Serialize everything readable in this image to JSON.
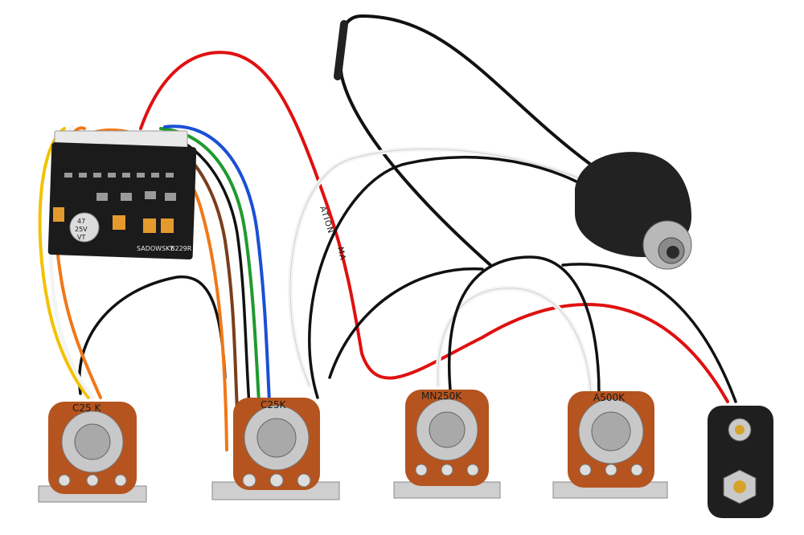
{
  "preamp_board": {
    "brand_text": "SADOWSKY",
    "model_text": "B229R",
    "capacitor_text": [
      "47",
      "25V",
      "VT"
    ]
  },
  "potentiometers": [
    {
      "label": "C25  K"
    },
    {
      "label": "C25K"
    },
    {
      "label": "MN250K"
    },
    {
      "label": "A500K"
    }
  ],
  "sleeve_text": [
    "ATION",
    "MA"
  ],
  "colors": {
    "pcb": "#1b1b1b",
    "pot_body": "#b5541f",
    "wire_red": "#e01010",
    "wire_black": "#111111",
    "wire_white": "#f2f2f2",
    "wire_orange": "#f07818",
    "wire_yellow": "#f2c200",
    "wire_green": "#1f9a2e",
    "wire_blue": "#1a4fd6",
    "wire_brown": "#7a3e1c",
    "jack_body": "#222222"
  }
}
